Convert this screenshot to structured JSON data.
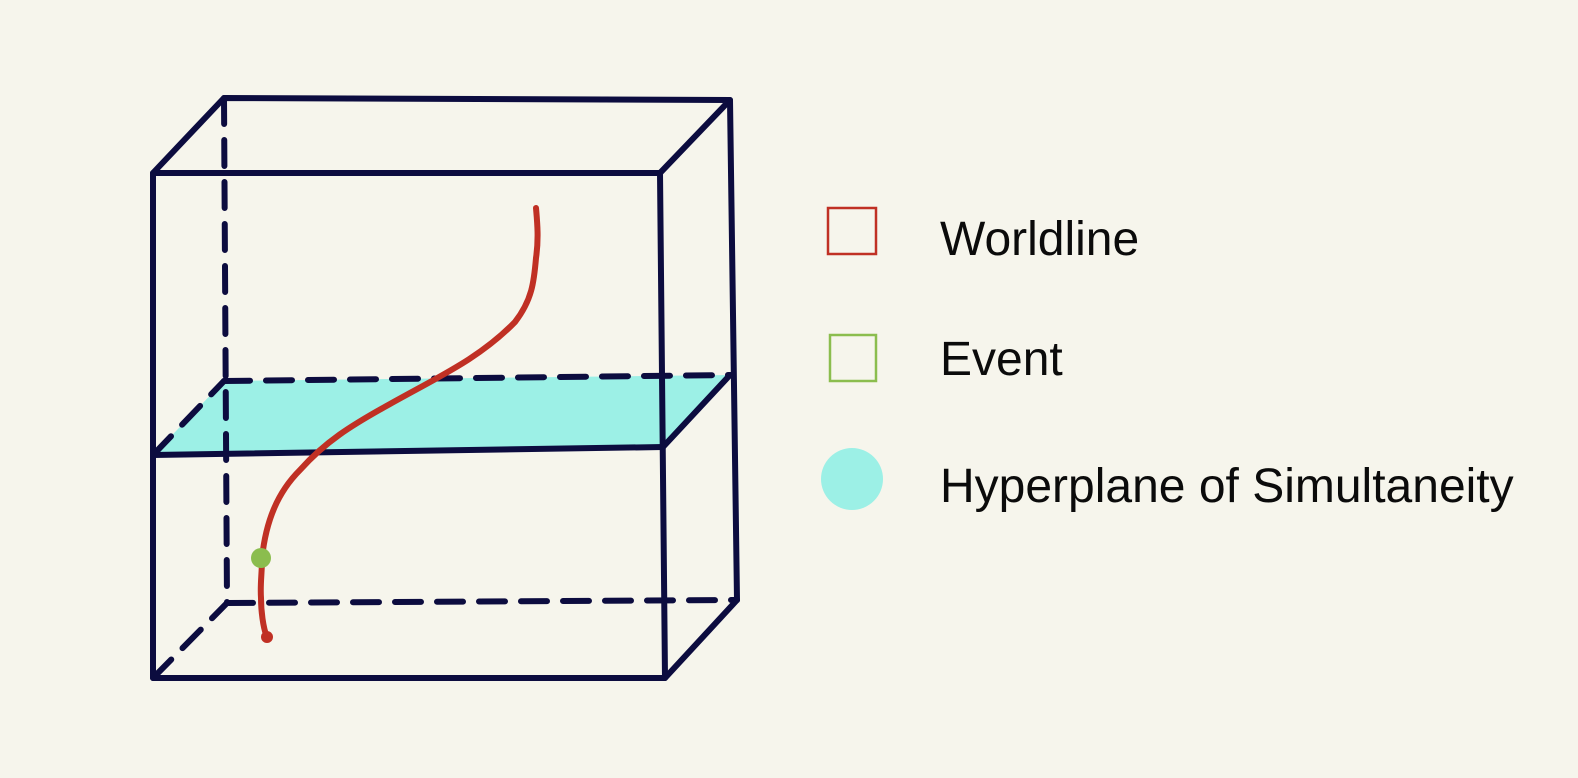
{
  "colors": {
    "background": "#f6f5ec",
    "box_edge": "#0c0c3f",
    "worldline": "#c03024",
    "event": "#8bbd4e",
    "hyperplane": "#9cf0e6"
  },
  "icons": {
    "worldline": "red-outlined-square-icon",
    "event": "green-outlined-square-icon",
    "hyperplane": "cyan-filled-circle-icon"
  },
  "legend": {
    "worldline_label": "Worldline",
    "event_label": "Event",
    "hyperplane_label": "Hyperplane of Simultaneity"
  }
}
